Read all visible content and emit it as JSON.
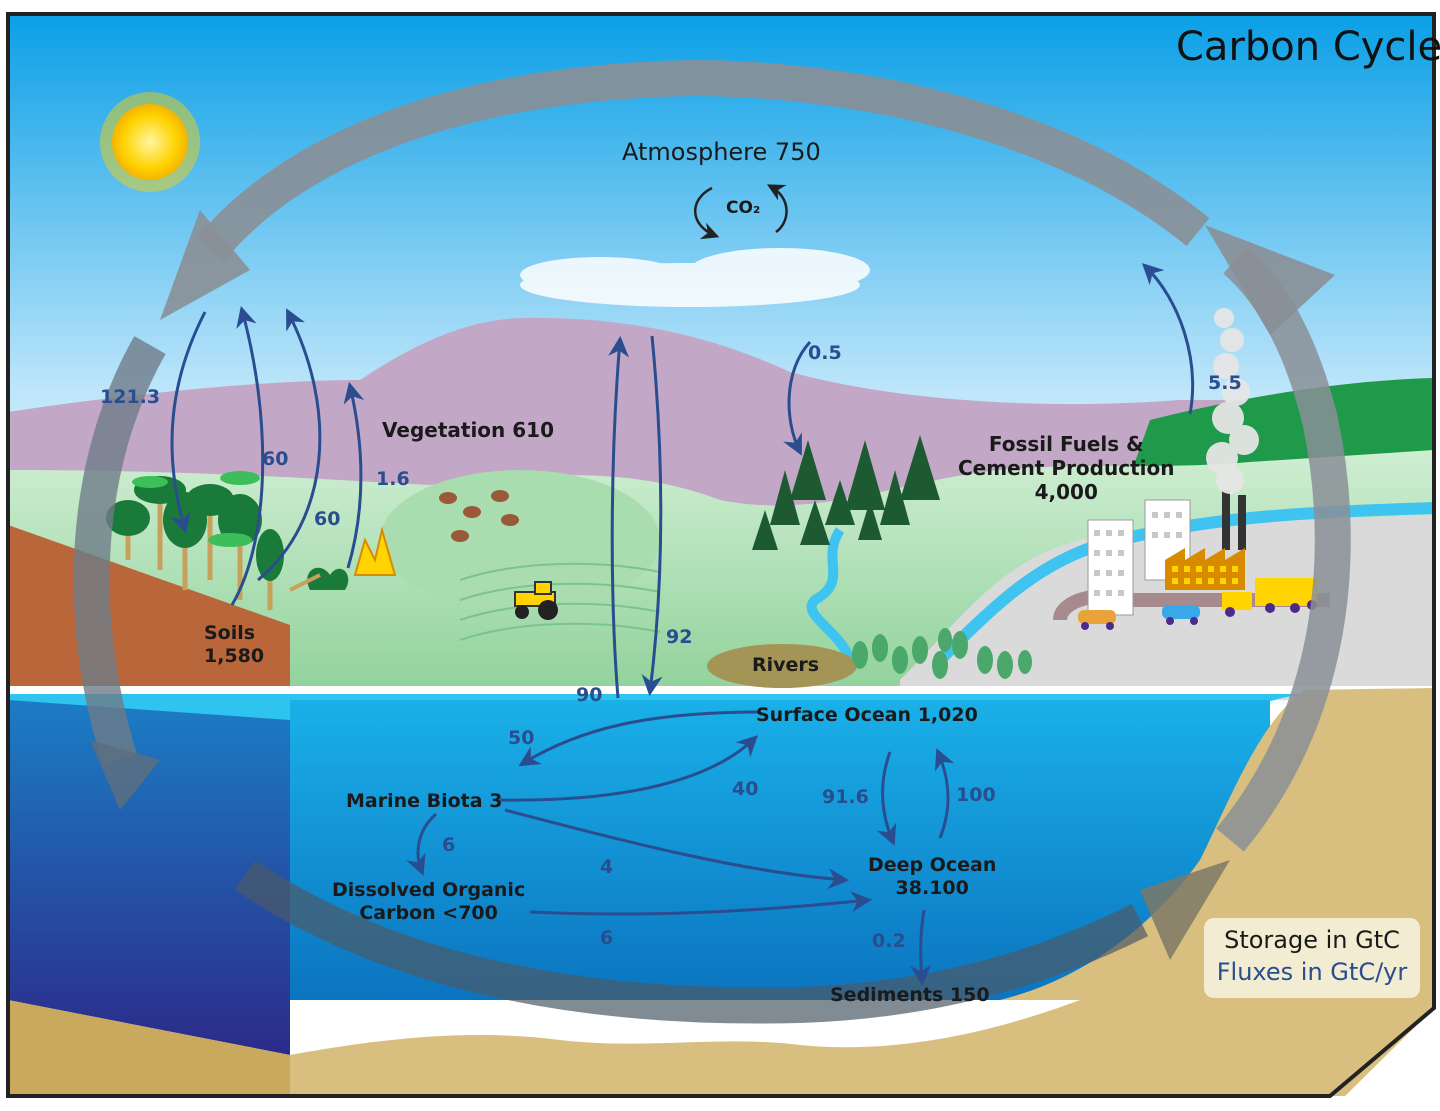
{
  "title": "Carbon Cycle",
  "legend": {
    "storage": "Storage in GtC",
    "fluxes": "Fluxes in GtC/yr"
  },
  "reservoirs": {
    "atmosphere": "Atmosphere 750",
    "co2": "CO₂",
    "vegetation": "Vegetation 610",
    "soils_line1": "Soils",
    "soils_line2": "1,580",
    "fossil_line1": "Fossil Fuels &",
    "fossil_line2": "Cement Production",
    "fossil_line3": "4,000",
    "rivers": "Rivers",
    "surface_ocean": "Surface Ocean 1,020",
    "marine_biota": "Marine Biota 3",
    "doc_line1": "Dissolved Organic",
    "doc_line2": "Carbon <700",
    "deep_ocean_line1": "Deep Ocean",
    "deep_ocean_line2": "38.100",
    "sediments": "Sediments 150"
  },
  "fluxes": {
    "f121_3": "121.3",
    "f60_a": "60",
    "f60_b": "60",
    "f1_6": "1.6",
    "f0_5": "0.5",
    "f5_5": "5.5",
    "f92": "92",
    "f90": "90",
    "f50": "50",
    "f40": "40",
    "f6_a": "6",
    "f4": "4",
    "f6_b": "6",
    "f91_6": "91.6",
    "f100": "100",
    "f0_2": "0.2"
  },
  "colors": {
    "sky_top": "#0a9fe6",
    "sky_bottom": "#e8f6fd",
    "mountain": "#c2a8c6",
    "hill_green": "#8fd19a",
    "surface_ocean": "#2ec4ef",
    "deep_ocean": "#0f7fc7",
    "sand": "#d9bf7f",
    "soil": "#b8663a",
    "flux_arrow": "#2a4d8f",
    "cycle_arrow": "#8a8f96"
  }
}
